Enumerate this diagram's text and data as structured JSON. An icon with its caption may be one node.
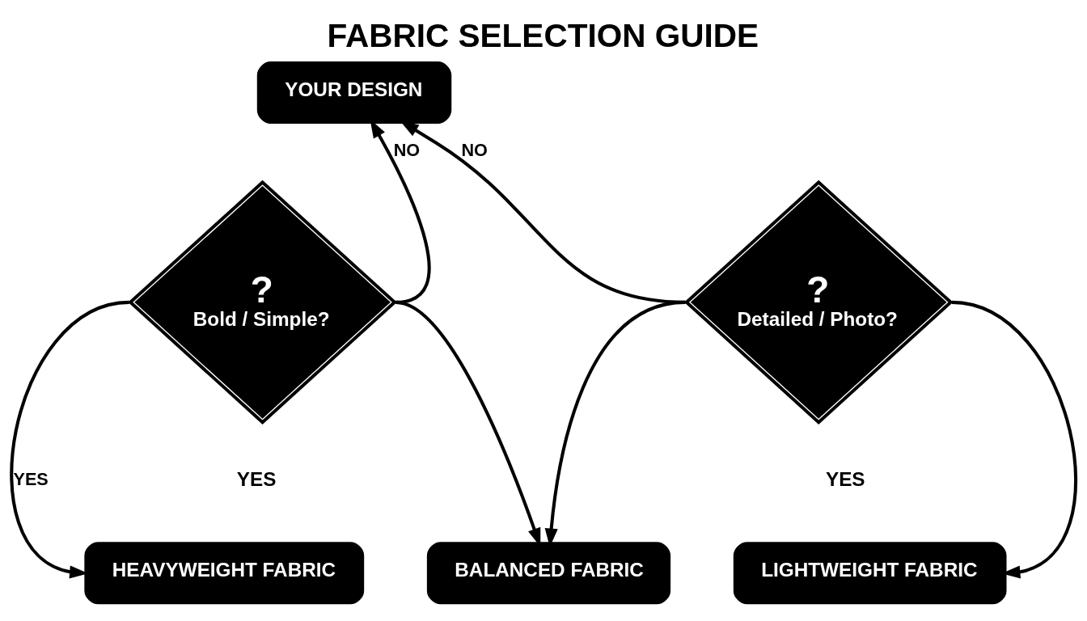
{
  "diagram": {
    "title": "FABRIC SELECTION GUIDE",
    "nodes": [
      {
        "text": [
          "YOUR DESIGN"
        ]
      },
      {
        "text": [
          "?",
          "Bold / Simple?"
        ]
      },
      {
        "text": [
          "?",
          "Detailed / Photo?"
        ]
      },
      {
        "text": [
          "HEAVYWEIGHT FABRIC"
        ]
      },
      {
        "text": [
          "BALANCED FABRIC"
        ]
      },
      {
        "text": [
          "LIGHTWEIGHT FABRIC"
        ]
      }
    ],
    "edges": [
      {
        "from": 1,
        "to": 3,
        "arrow": "to",
        "label": "YES"
      },
      {
        "from": 1,
        "to": 0,
        "arrow": "to",
        "label": "NO"
      },
      {
        "from": 1,
        "to": 4,
        "arrow": "to"
      },
      {
        "from": 2,
        "to": 0,
        "arrow": "to",
        "label": "NO"
      },
      {
        "from": 2,
        "to": 4,
        "arrow": "to"
      },
      {
        "from": 2,
        "to": 5,
        "arrow": "to"
      }
    ],
    "labels": [
      "YES",
      "YES"
    ]
  }
}
